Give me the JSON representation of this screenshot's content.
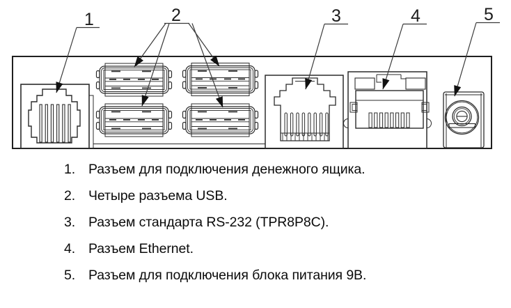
{
  "colors": {
    "background": "#ffffff",
    "line": "#2b2b2b",
    "panel_line": "#1f1f1f",
    "arrow_fill": "#111111",
    "text": "#0b0b0b"
  },
  "diagram": {
    "labels": {
      "l1": "1",
      "l2": "2",
      "l3": "3",
      "l4": "4",
      "l5": "5"
    }
  },
  "legend": {
    "items": [
      {
        "num": "1.",
        "text": "Разъем для подключения денежного ящика."
      },
      {
        "num": "2.",
        "text": "Четыре разъема USB."
      },
      {
        "num": "3.",
        "text": "Разъем стандарта RS-232 (TPR8P8C)."
      },
      {
        "num": "4.",
        "text": "Разъем Ethernet."
      },
      {
        "num": "5.",
        "text": "Разъем для подключения блока питания 9В."
      }
    ]
  }
}
